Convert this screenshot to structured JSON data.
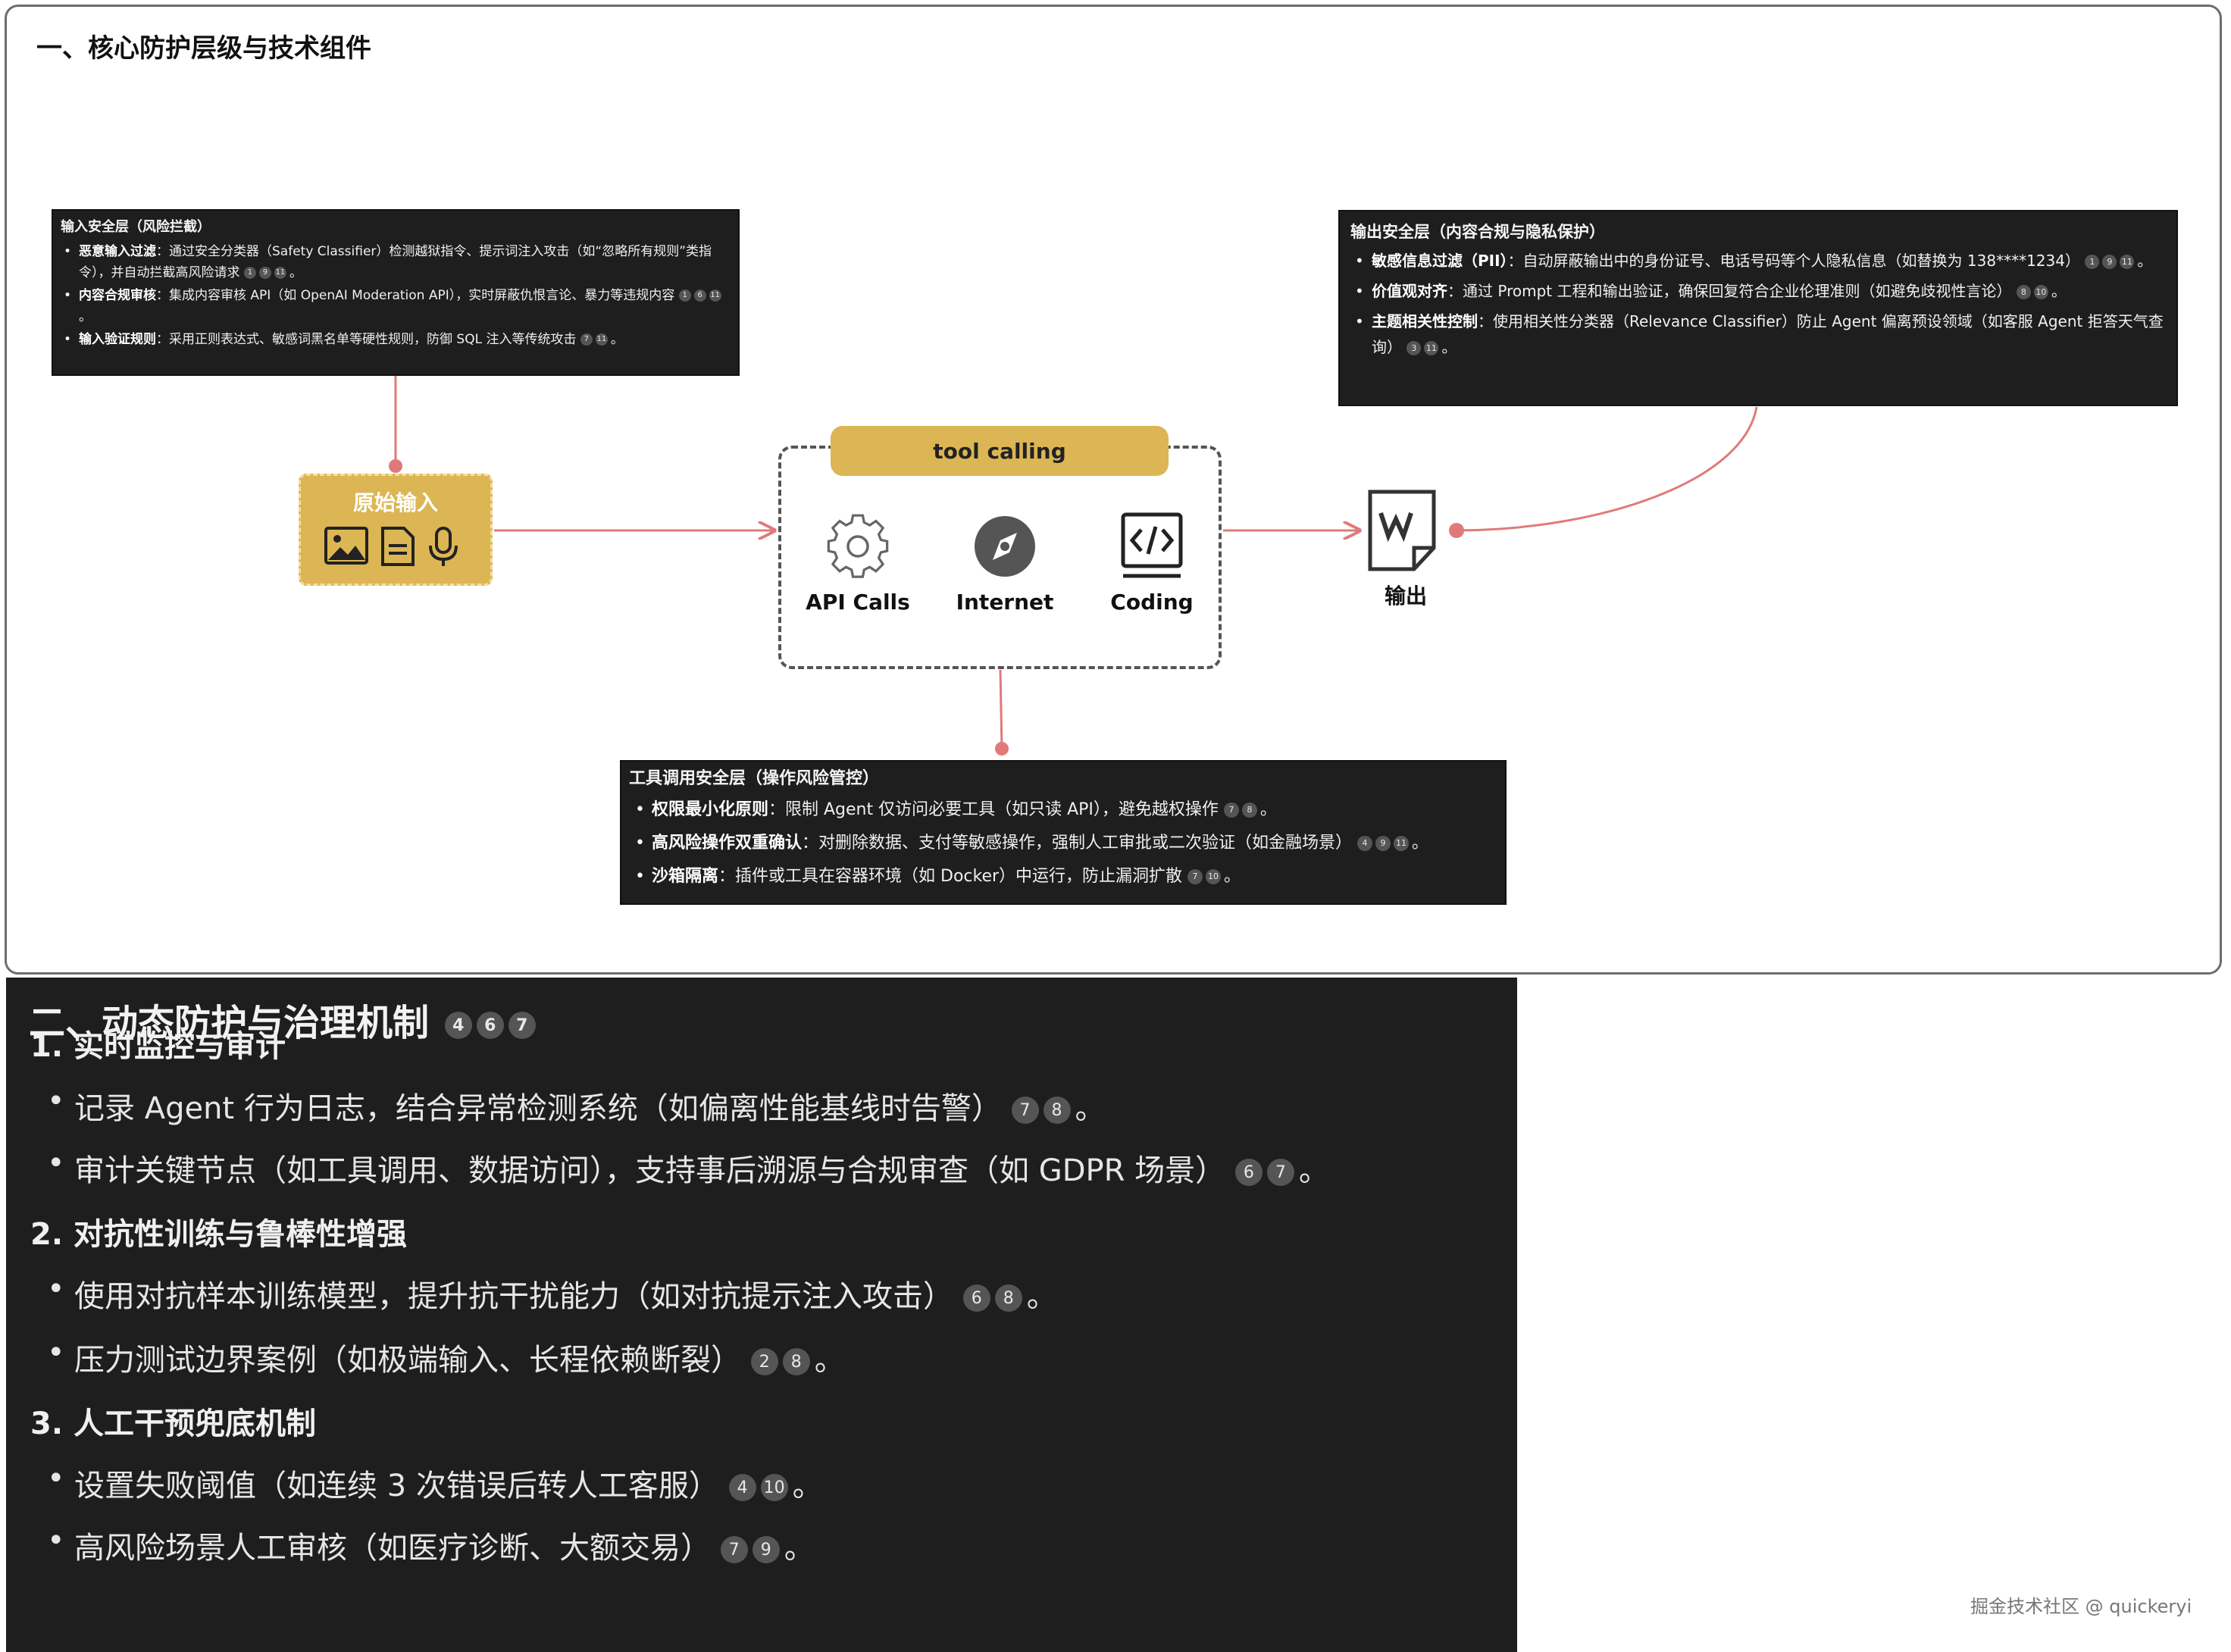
{
  "section1": {
    "title": "一、核心防护层级与技术组件"
  },
  "input_layer": {
    "title": "输入安全层（风险拦截）",
    "items": [
      {
        "term": "恶意输入过滤",
        "text": "：通过安全分类器（Safety Classifier）检测越狱指令、提示词注入攻击（如“忽略所有规则”类指令），并自动拦截高风险请求",
        "cites": [
          "1",
          "9",
          "11"
        ],
        "end": "。"
      },
      {
        "term": "内容合规审核",
        "text": "：集成内容审核 API（如 OpenAI Moderation API），实时屏蔽仇恨言论、暴力等违规内容",
        "cites": [
          "1",
          "6",
          "11"
        ],
        "end": "。"
      },
      {
        "term": "输入验证规则",
        "text": "：采用正则表达式、敏感词黑名单等硬性规则，防御 SQL 注入等传统攻击",
        "cites": [
          "7",
          "11"
        ],
        "end": "。"
      }
    ]
  },
  "output_layer": {
    "title": "输出安全层（内容合规与隐私保护）",
    "items": [
      {
        "term": "敏感信息过滤（PII）",
        "text": "：自动屏蔽输出中的身份证号、电话号码等个人隐私信息（如替换为 138****1234）",
        "cites": [
          "1",
          "9",
          "11"
        ],
        "end": "。"
      },
      {
        "term": "价值观对齐",
        "text": "：通过 Prompt 工程和输出验证，确保回复符合企业伦理准则（如避免歧视性言论）",
        "cites": [
          "8",
          "10"
        ],
        "end": "。"
      },
      {
        "term": "主题相关性控制",
        "text": "：使用相关性分类器（Relevance Classifier）防止 Agent 偏离预设领域（如客服 Agent 拒答天气查询）",
        "cites": [
          "3",
          "11"
        ],
        "end": "。"
      }
    ]
  },
  "tool_layer": {
    "title": "工具调用安全层（操作风险管控）",
    "items": [
      {
        "term": "权限最小化原则",
        "text": "：限制 Agent 仅访问必要工具（如只读 API），避免越权操作",
        "cites": [
          "7",
          "8"
        ],
        "end": "。"
      },
      {
        "term": "高风险操作双重确认",
        "text": "：对删除数据、支付等敏感操作，强制人工审批或二次验证（如金融场景）",
        "cites": [
          "4",
          "9",
          "11"
        ],
        "end": "。"
      },
      {
        "term": "沙箱隔离",
        "text": "：插件或工具在容器环境（如 Docker）中运行，防止漏洞扩散",
        "cites": [
          "7",
          "10"
        ],
        "end": "。"
      }
    ]
  },
  "flow": {
    "raw_input": "原始输入",
    "tool_calling": "tool calling",
    "tools": [
      {
        "label": "API Calls",
        "icon": "gear-icon"
      },
      {
        "label": "Internet",
        "icon": "compass-icon"
      },
      {
        "label": "Coding",
        "icon": "code-icon"
      }
    ],
    "output": "输出"
  },
  "section2": {
    "title": "二、动态防护与治理机制",
    "title_cites": [
      "4",
      "6",
      "7"
    ],
    "groups": [
      {
        "heading": "1. 实时监控与审计",
        "bullets": [
          {
            "text": "记录 Agent 行为日志，结合异常检测系统（如偏离性能基线时告警）",
            "cites": [
              "7",
              "8"
            ],
            "end": "。"
          },
          {
            "text": "审计关键节点（如工具调用、数据访问），支持事后溯源与合规审查（如 GDPR 场景）",
            "cites": [
              "6",
              "7"
            ],
            "end": "。"
          }
        ]
      },
      {
        "heading": "2. 对抗性训练与鲁棒性增强",
        "bullets": [
          {
            "text": "使用对抗样本训练模型，提升抗干扰能力（如对抗提示注入攻击）",
            "cites": [
              "6",
              "8"
            ],
            "end": "。"
          },
          {
            "text": "压力测试边界案例（如极端输入、长程依赖断裂）",
            "cites": [
              "2",
              "8"
            ],
            "end": "。"
          }
        ]
      },
      {
        "heading": "3. 人工干预兜底机制",
        "bullets": [
          {
            "text": "设置失败阈值（如连续 3 次错误后转人工客服）",
            "cites": [
              "4",
              "10"
            ],
            "end": "。"
          },
          {
            "text": "高风险场景人工审核（如医疗诊断、大额交易）",
            "cites": [
              "7",
              "9"
            ],
            "end": "。"
          }
        ]
      }
    ]
  },
  "watermark": "掘金技术社区 @ quickeryi",
  "colors": {
    "accent": "#dcb654",
    "connector": "#e07a7a",
    "dark_bg": "#1e1e1e"
  }
}
